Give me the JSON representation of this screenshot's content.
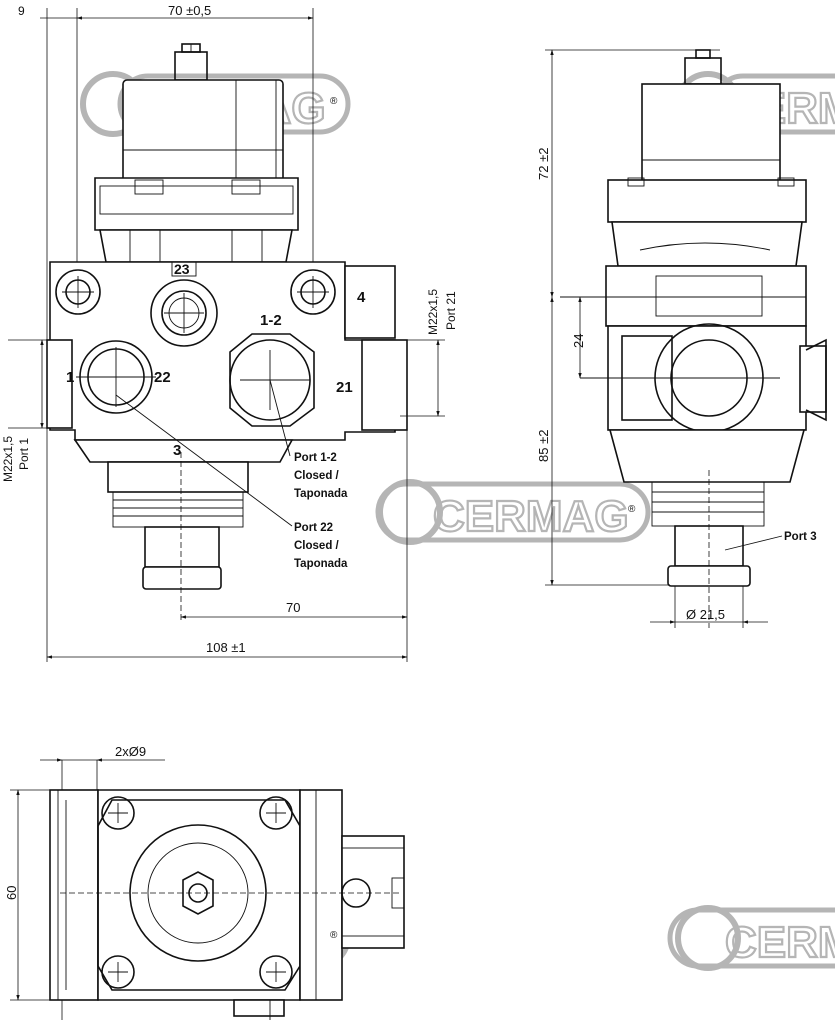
{
  "watermark": {
    "brand": "CERMAG",
    "registered": "®"
  },
  "front_view": {
    "dim_top_small": "9",
    "dim_top_width": "70 ±0,5",
    "dim_bottom_width": "108 ±1",
    "dim_inner_width": "70",
    "left_thread": "M22x1,5",
    "left_port": "Port 1",
    "right_thread": "M22x1,5",
    "right_port": "Port 21",
    "port_labels": {
      "p23": "23",
      "p4": "4",
      "p12": "1-2",
      "p1": "1",
      "p22": "22",
      "p21": "21",
      "p3": "3"
    },
    "callout_12": [
      "Port 1-2",
      "Closed /",
      "Taponada"
    ],
    "callout_22": [
      "Port 22",
      "Closed /",
      "Taponada"
    ]
  },
  "side_view": {
    "dim_top": "72 ±2",
    "dim_mid": "24",
    "dim_bottom": "85 ±2",
    "dim_diameter": "Ø 21,5",
    "port3_label": "Port 3"
  },
  "bottom_view": {
    "dim_holes": "2xØ9",
    "dim_height": "60"
  }
}
